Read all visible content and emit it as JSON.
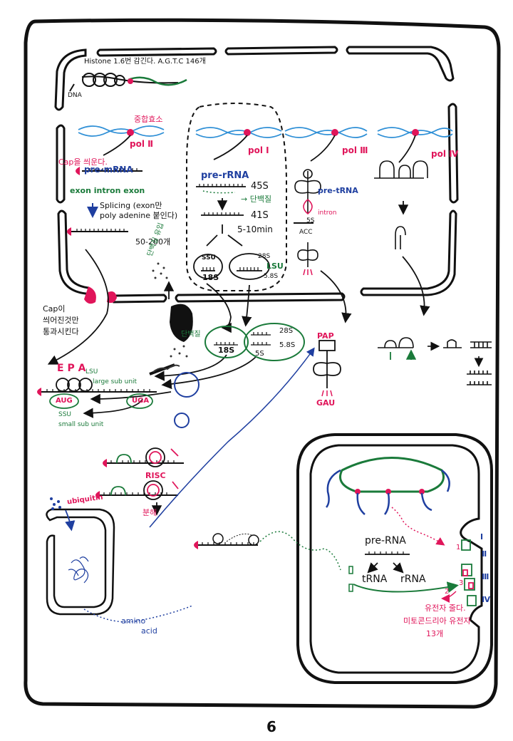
{
  "page_number": "6",
  "nucleus": {
    "histone_note": "Histone 1.6번 감긴다. A.G.T.C 146개",
    "dna_label": "DNA"
  },
  "pol2": {
    "label": "pol Ⅱ",
    "binding_label": "중합효소",
    "cap_note": "Cap을 씌운다.",
    "pre_mrna": "pre-mRNA",
    "exon_intron": "exon intron exon",
    "splicing": "Splicing (exon만",
    "polya": "poly adenine 붙인다)",
    "polya_length": "50-200개"
  },
  "pol1": {
    "label": "pol Ⅰ",
    "pre_rrna": "pre-rRNA",
    "s45": "45S",
    "protein": "→ 단백질",
    "s41": "41S",
    "time": "5-10min",
    "ssu": "SSU",
    "lsu": "LSU",
    "s28": "28S",
    "s18": "18S",
    "s58": "5.8S"
  },
  "pol3": {
    "label": "pol Ⅲ",
    "pre_trna": "pre-tRNA",
    "intron": "intron",
    "s5": "5S",
    "acc": "ACC"
  },
  "pol4": {
    "label": "pol Ⅳ"
  },
  "pore": {
    "cap_note_1": "Cap이",
    "cap_note_2": "씌어진것만",
    "cap_note_3": "통과시킨다",
    "protein_in": "단백질 유입"
  },
  "cytoplasm": {
    "protein": "단백질",
    "ribo_18s": "18S",
    "ribo_28s": "28S",
    "ribo_5s": "5S",
    "ribo_58s": "5.8S"
  },
  "translation": {
    "epa": "E P A",
    "lsu": "LSU",
    "large_sub": "large sub unit",
    "aug": "AUG",
    "uga": "UGA",
    "ssu": "SSU",
    "small_sub": "small sub unit"
  },
  "trna": {
    "label_top": "PAP",
    "anticodon": "GAU"
  },
  "risc": {
    "label": "RISC",
    "degrade": "분해"
  },
  "proteasome": {
    "ubiquitin": "ubiquitin",
    "amino_acid_1": "amino",
    "amino_acid_2": "acid"
  },
  "mitochondria": {
    "pre_rna": "pre-RNA",
    "trna": "tRNA",
    "rrna": "rRNA",
    "complex_1": "Ⅰ",
    "complex_2": "Ⅱ",
    "complex_3": "Ⅲ",
    "complex_4": "Ⅳ",
    "num_1": "1",
    "num_2": "2",
    "num_3": "3",
    "note_1": "유전자 줄다.",
    "note_2": "미토콘드리아 유전자",
    "note_3": "13개"
  },
  "colors": {
    "ink": "#111111",
    "red": "#e0155a",
    "blue": "#1f3fa0",
    "green": "#1a7a3a"
  }
}
